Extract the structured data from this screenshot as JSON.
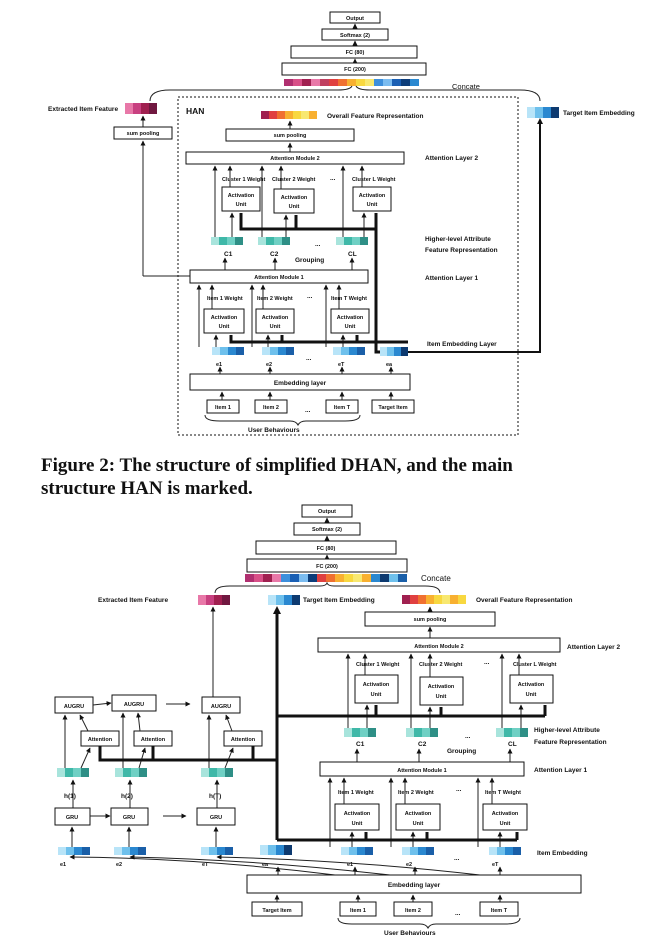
{
  "fig_top": {
    "output": "Output",
    "softmax": "Softmax (2)",
    "fc80": "FC (80)",
    "fc200": "FC (200)",
    "concate": "Concate",
    "extracted": "Extracted Item Feature",
    "han": "HAN",
    "overall": "Overall Feature Representation",
    "target_emb": "Target Item Embedding",
    "sum_pool_left": "sum pooling",
    "sum_pool": "sum pooling",
    "att_mod2": "Attention Module 2",
    "att_layer2": "Attention Layer 2",
    "cluster_weights": [
      "Cluster 1 Weight",
      "Cluster 2 Weight",
      "Cluster L Weight"
    ],
    "activation": [
      "Activation",
      "Unit"
    ],
    "dots": "...",
    "clusters": [
      "C1",
      "C2",
      "CL"
    ],
    "grouping": "Grouping",
    "higher1": "Higher-level Attribute",
    "higher2": "Feature Representation",
    "att_mod1": "Attention Module 1",
    "att_layer1": "Attention Layer 1",
    "item_weights": [
      "Item 1 Weight",
      "Item 2 Weight",
      "Item T Weight"
    ],
    "item_emb_layer": "Item Embedding Layer",
    "emb": [
      "e1",
      "e2",
      "eT",
      "ea"
    ],
    "emb_layer": "Embedding layer",
    "items": [
      "Item 1",
      "Item 2",
      "Item T",
      "Target Item"
    ],
    "user_beh": "User Behaviours"
  },
  "caption": {
    "line1": "Figure 2: The structure of simplified DHAN, and the main",
    "line2": "structure HAN is marked."
  },
  "fig_bot": {
    "output": "Output",
    "softmax": "Softmax (2)",
    "fc80": "FC (80)",
    "fc200": "FC (200)",
    "concate": "Concate",
    "extracted": "Extracted Item Feature",
    "target_emb": "Target Item Embedding",
    "overall": "Overall Feature Representation",
    "sum_pool": "sum pooling",
    "att_mod2": "Attention Module 2",
    "att_layer2": "Attention Layer 2",
    "cluster_weights": [
      "Cluster 1 Weight",
      "Cluster 2 Weight",
      "Cluster L Weight"
    ],
    "activation": [
      "Activation",
      "Unit"
    ],
    "dots": "...",
    "clusters": [
      "C1",
      "C2",
      "CL"
    ],
    "grouping": "Grouping",
    "higher1": "Higher-level Attribute",
    "higher2": "Feature Representation",
    "att_mod1": "Attention Module 1",
    "att_layer1": "Attention Layer 1",
    "item_weights": [
      "Item 1 Weight",
      "Item 2 Weight",
      "Item T Weight"
    ],
    "augru": "AUGRU",
    "attention": "Attention",
    "hidden": [
      "h(1)",
      "h(2)",
      "h(T)"
    ],
    "gru": "GRU",
    "emb_left": [
      "e1",
      "e2",
      "eT",
      "ea"
    ],
    "emb_right": [
      "e1",
      "e2",
      "eT"
    ],
    "item_emb": "Item Embedding",
    "emb_layer": "Embedding layer",
    "items": [
      "Target Item",
      "Item 1",
      "Item 2",
      "Item T"
    ],
    "user_beh": "User Behaviours"
  },
  "colors": {
    "teal": [
      "#3fb8a8",
      "#6fd0c4",
      "#a8e4dc",
      "#2e8f86"
    ],
    "blue": [
      "#1a5fb4",
      "#3d8fdc",
      "#7bbcf0",
      "#0d3d7a"
    ],
    "red": [
      "#c03060",
      "#e0608c",
      "#a0204a",
      "#d84878",
      "#f08cb0"
    ],
    "warm": [
      "#e04040",
      "#f07030",
      "#f8b030",
      "#f8d840",
      "#f8e870"
    ],
    "seq_target": [
      "#b8e4f8",
      "#6ec0ec",
      "#2a88d0",
      "#1a5fa8",
      "#0d3a70"
    ]
  }
}
